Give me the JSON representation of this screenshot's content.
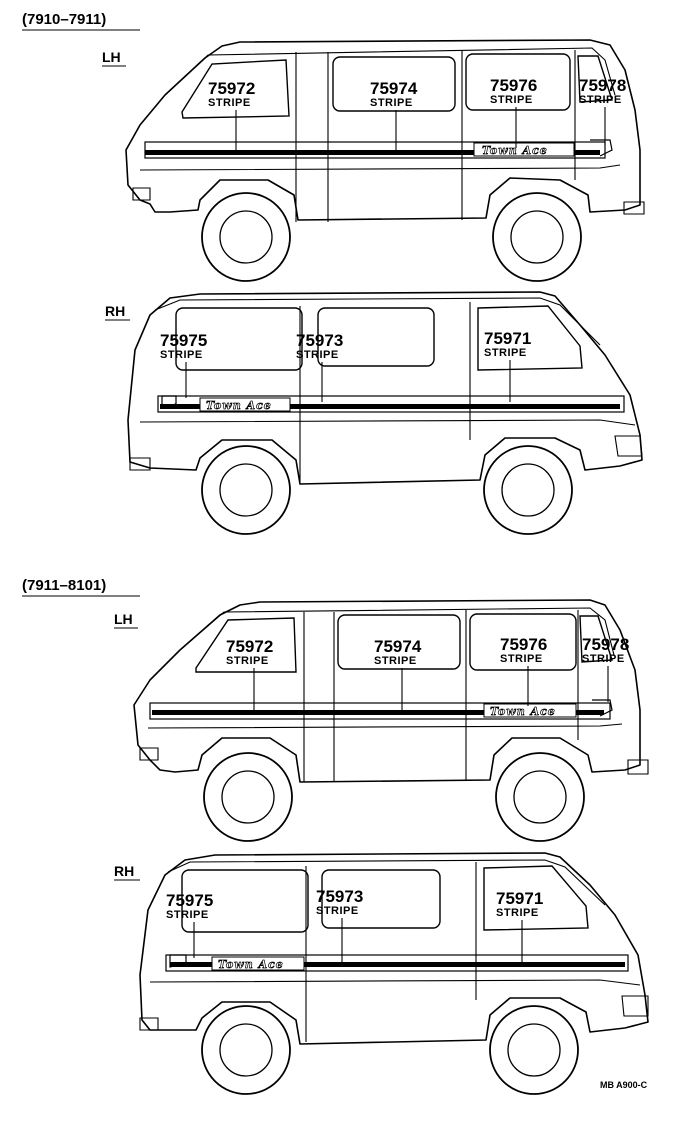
{
  "sections": [
    {
      "period": "(7910–7911)",
      "views": [
        {
          "side": "LH",
          "badge": "Town Ace",
          "labels": [
            {
              "part_no": "75972",
              "part_name": "STRIPE"
            },
            {
              "part_no": "75974",
              "part_name": "STRIPE"
            },
            {
              "part_no": "75976",
              "part_name": "STRIPE"
            },
            {
              "part_no": "75978",
              "part_name": "STRIPE"
            }
          ]
        },
        {
          "side": "RH",
          "badge": "Town Ace",
          "labels": [
            {
              "part_no": "75975",
              "part_name": "STRIPE"
            },
            {
              "part_no": "75973",
              "part_name": "STRIPE"
            },
            {
              "part_no": "75971",
              "part_name": "STRIPE"
            }
          ]
        }
      ]
    },
    {
      "period": "(7911–8101)",
      "views": [
        {
          "side": "LH",
          "badge": "Town Ace",
          "labels": [
            {
              "part_no": "75972",
              "part_name": "STRIPE"
            },
            {
              "part_no": "75974",
              "part_name": "STRIPE"
            },
            {
              "part_no": "75976",
              "part_name": "STRIPE"
            },
            {
              "part_no": "75978",
              "part_name": "STRIPE"
            }
          ]
        },
        {
          "side": "RH",
          "badge": "Town Ace",
          "labels": [
            {
              "part_no": "75975",
              "part_name": "STRIPE"
            },
            {
              "part_no": "75973",
              "part_name": "STRIPE"
            },
            {
              "part_no": "75971",
              "part_name": "STRIPE"
            }
          ]
        }
      ]
    }
  ],
  "drawing_code": "MB A900-C"
}
